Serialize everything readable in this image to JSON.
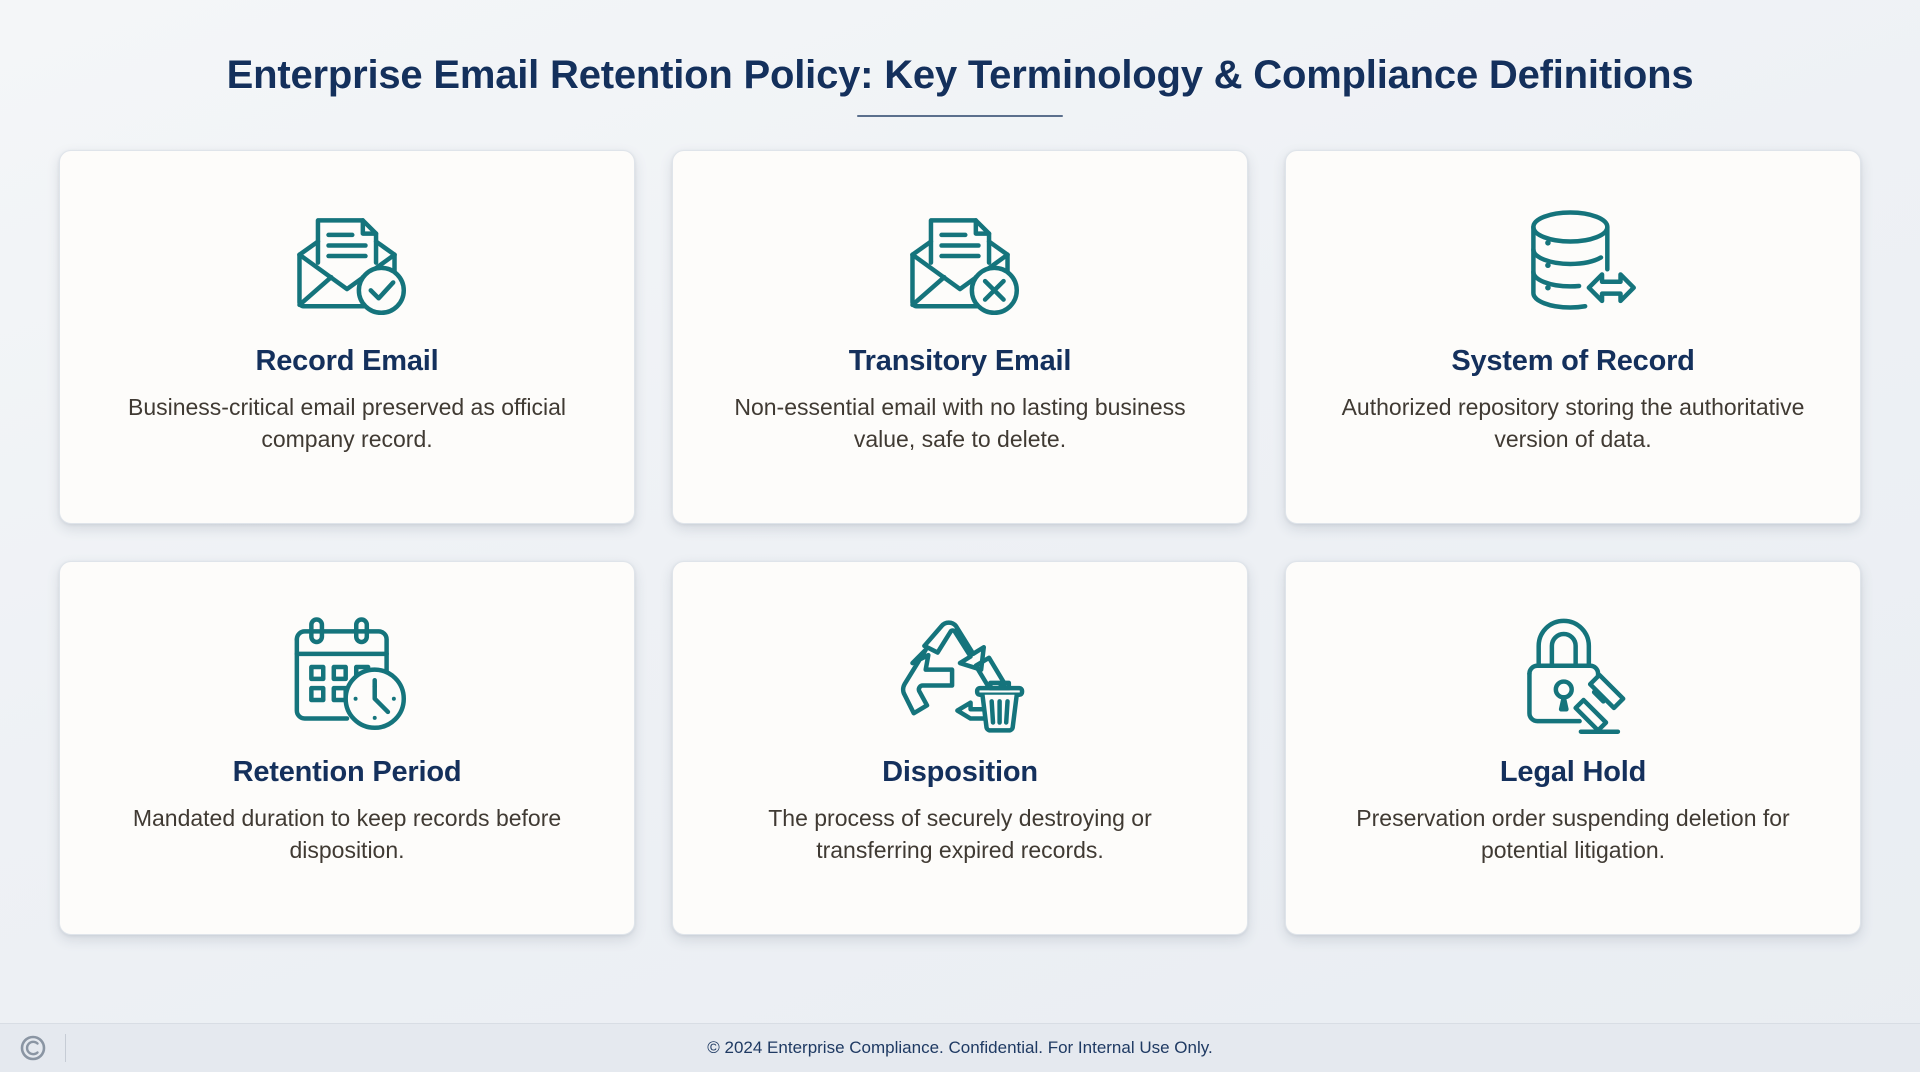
{
  "header": {
    "title": "Enterprise Email Retention Policy: Key Terminology & Compliance Definitions",
    "divider": true
  },
  "theme": {
    "title_color": "#14305c",
    "icon_color": "#15747c",
    "body_text_color": "#403a33",
    "card_background": "#fdfcfa",
    "page_background": "#eef1f5",
    "footer_background": "#e5e9ef",
    "divider_color": "#5b6f8d"
  },
  "cards": [
    {
      "icon": "envelope-document-check-icon",
      "title": "Record Email",
      "description": "Business-critical email preserved as official company record."
    },
    {
      "icon": "envelope-document-x-icon",
      "title": "Transitory Email",
      "description": "Non-essential email with no lasting business value, safe to delete."
    },
    {
      "icon": "database-exchange-icon",
      "title": "System of Record",
      "description": "Authorized repository storing the authoritative version of data."
    },
    {
      "icon": "calendar-clock-icon",
      "title": "Retention Period",
      "description": "Mandated duration to keep records before disposition."
    },
    {
      "icon": "recycle-trash-icon",
      "title": "Disposition",
      "description": "The process of securely destroying or transferring expired records."
    },
    {
      "icon": "padlock-gavel-icon",
      "title": "Legal Hold",
      "description": "Preservation order suspending deletion for potential litigation."
    }
  ],
  "footer": {
    "copyright": "© 2024 Enterprise Compliance. Confidential. For Internal Use Only.",
    "logo": "copyright-c-logo"
  }
}
